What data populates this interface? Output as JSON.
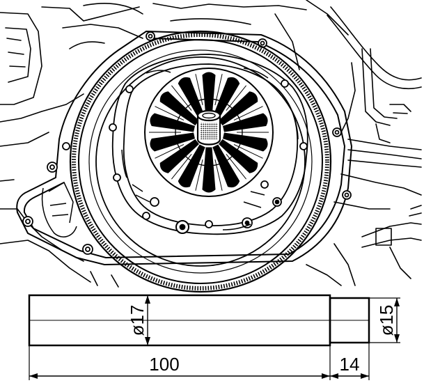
{
  "drawing": {
    "subject": "clutch-alignment-mandrel"
  },
  "dimensions": {
    "length_main": "100",
    "length_pilot": "14",
    "diameter_main": "ø17",
    "diameter_pilot": "ø15"
  },
  "colors": {
    "line": "#000000",
    "background": "#ffffff"
  }
}
